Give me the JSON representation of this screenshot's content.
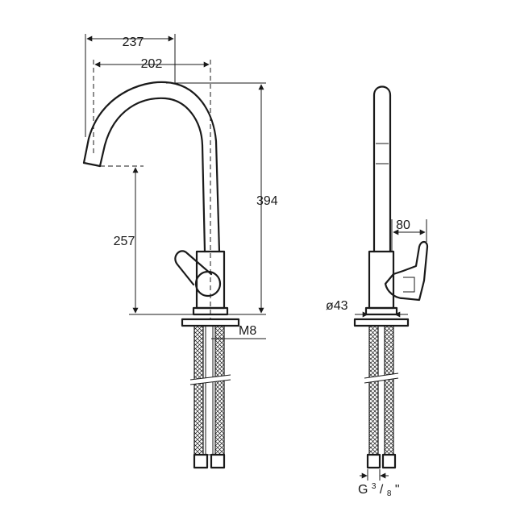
{
  "dimensions": {
    "width_overall": "237",
    "width_spout": "202",
    "height_overall": "394",
    "height_spout": "257",
    "thread_mount": "M8",
    "lever_reach": "80",
    "base_diameter": "ø43",
    "hose_thread_main": "G",
    "hose_thread_num": "3",
    "hose_thread_den": "8",
    "hose_thread_unit": "\""
  },
  "colors": {
    "line": "#1a1a1a",
    "background": "#ffffff"
  }
}
